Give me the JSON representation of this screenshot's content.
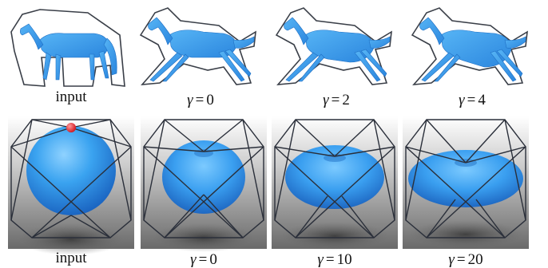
{
  "figure": {
    "top_row": {
      "panels": [
        {
          "caption": "input"
        },
        {
          "symbol": "γ",
          "value": "0"
        },
        {
          "symbol": "γ",
          "value": "2"
        },
        {
          "symbol": "γ",
          "value": "4"
        }
      ]
    },
    "bottom_row": {
      "panels": [
        {
          "caption": "input"
        },
        {
          "symbol": "γ",
          "value": "0"
        },
        {
          "symbol": "γ",
          "value": "10"
        },
        {
          "symbol": "γ",
          "value": "20"
        }
      ]
    },
    "colors": {
      "shape_fill": "#3fa0ec",
      "shape_dark": "#1f6fc4",
      "cage_stroke": "#2a2f3a",
      "control_point": "#e8323a"
    }
  }
}
